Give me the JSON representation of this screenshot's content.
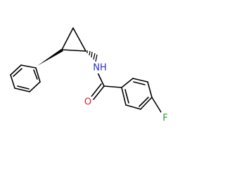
{
  "molecule": {
    "atom_labels": {
      "nitrogen": "NH",
      "oxygen": "O",
      "fluorine": "F"
    },
    "colors": {
      "bond": "#000000",
      "nitrogen": "#2b2bcc",
      "oxygen": "#e02020",
      "fluorine": "#2a9d2a"
    }
  }
}
